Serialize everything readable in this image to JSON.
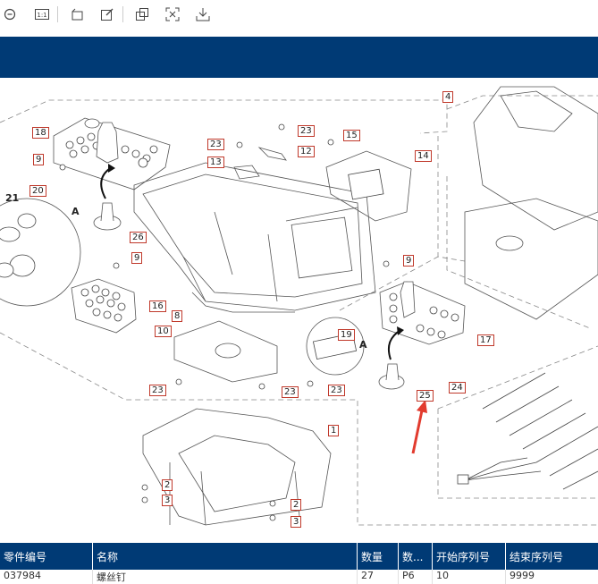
{
  "toolbar": {
    "buttons": [
      {
        "name": "zoom-out-icon",
        "glyph": "⊖"
      },
      {
        "name": "actual-size-icon",
        "glyph": "1:1"
      },
      {
        "name": "rotate-icon",
        "glyph": "↶"
      },
      {
        "name": "edit-icon",
        "glyph": "✎"
      },
      {
        "name": "copy-icon",
        "glyph": "❐"
      },
      {
        "name": "fit-screen-icon",
        "glyph": "⛶"
      },
      {
        "name": "download-icon",
        "glyph": "⤓"
      }
    ]
  },
  "diagram": {
    "callouts": [
      "18",
      "9",
      "21",
      "20",
      "26",
      "16",
      "23",
      "13",
      "23",
      "12",
      "15",
      "14",
      "4",
      "9",
      "19",
      "17",
      "24",
      "25",
      "1",
      "2",
      "3",
      "2",
      "3",
      "8",
      "10",
      "23",
      "23",
      "23",
      "9"
    ],
    "section_letters": [
      "A",
      "A"
    ]
  },
  "table": {
    "columns": [
      "零件编号",
      "名称",
      "数量",
      "数...",
      "开始序列号",
      "结束序列号"
    ],
    "rows": [
      [
        "037984",
        "螺丝钉",
        "27",
        "P6",
        "10",
        "9999"
      ]
    ]
  },
  "colors": {
    "banner": "#003a75",
    "callout_border": "#c0392b",
    "arrow": "#e23b2e"
  }
}
